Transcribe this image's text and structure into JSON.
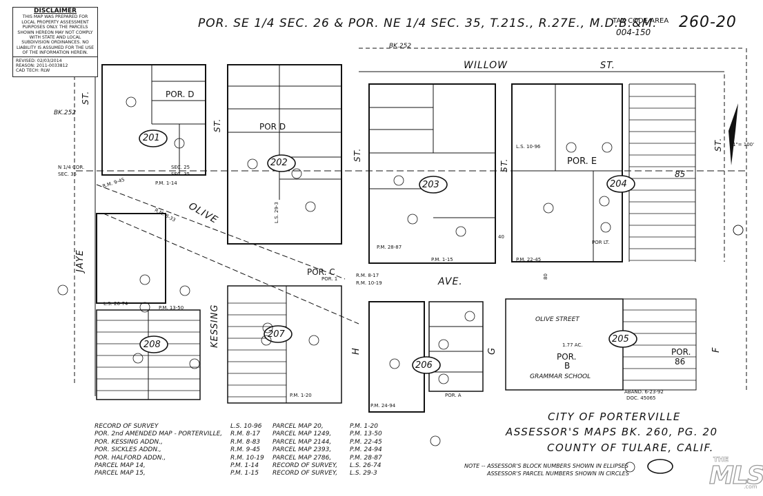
{
  "header": {
    "description": "POR.  SE 1/4  SEC. 26  &  POR.  NE 1/4  SEC. 35,  T.21S., R.27E.,  M.D.B.&M.",
    "tax_code_label": "TAX CODE AREA",
    "tax_code_area": "004-150",
    "map_number": "260-20"
  },
  "disclaimer": {
    "title": "DISCLAIMER",
    "body": "This map was prepared for local property assessment purposes only. The parcels shown hereon may not comply with state and local subdivision ordinances. No liability is assumed for the use of the information herein.",
    "revised": "REVISED: 02/03/2014",
    "reason": "REASON: 2011-0033812",
    "cad_tech": "CAD TECH: RLW"
  },
  "streets": {
    "willow": "WILLOW",
    "willow_st": "ST.",
    "olive": "OLIVE",
    "ave": "AVE.",
    "jaye": "JAYE",
    "jaye_st": "ST.",
    "kessing": "KESSING",
    "st_a": "ST.",
    "st_b": "ST.",
    "st_c": "ST.",
    "st_d": "ST.",
    "st_e": "ST.",
    "h": "H",
    "g": "G",
    "f": "F"
  },
  "block_numbers": [
    "201",
    "202",
    "203",
    "204",
    "205",
    "206",
    "207",
    "208"
  ],
  "book_refs": {
    "bk252_top": "BK.252",
    "bk252_left": "BK.252"
  },
  "labels": {
    "por_d_1": "POR. D",
    "por_d_2": "POR D",
    "por_e": "POR. E",
    "por_c": "POR. C",
    "por_1": "POR. 1",
    "por_b": "POR.",
    "por_b2": "B",
    "por_86": "POR.",
    "por_86b": "86",
    "por_a": "POR. A",
    "por_lt": "POR LT.",
    "olive_street": "OLIVE    STREET",
    "grammar_school": "GRAMMAR    SCHOOL",
    "sec25": "SEC. 25",
    "sec35": "SEC. 35",
    "nw_cor": "N 1/4 COR.",
    "nw_sec": "SEC. 35",
    "north_scale": "1\"= 100'",
    "acres": "1.77 AC.",
    "aband": "ABAND. 6-23-92",
    "doc": "DOC. 45065",
    "lot85": "85",
    "lot40": "40",
    "lot80": "80",
    "rm945": "R.M. 9-45",
    "rm833": "R.M. 8-33",
    "rm817": "R.M. 8-17",
    "rm1019": "R.M. 10-19",
    "pm114": "P.M. 1-14",
    "pm115": "P.M. 1-15",
    "pm120": "P.M. 1-20",
    "pm2887": "P.M. 28-87",
    "pm2245": "P.M. 22-45",
    "pm2494": "P.M. 24-94",
    "pm1350": "P.M. 13-50",
    "ls2674": "L.S. 26-74",
    "ls1096": "L.S. 10-96",
    "ls293": "L.S. 29-3"
  },
  "legend": [
    [
      "RECORD OF SURVEY",
      "L.S. 10-96"
    ],
    [
      "POR. 2nd AMENDED MAP - PORTERVILLE,",
      "R.M. 8-17"
    ],
    [
      "POR. KESSING ADDN.,",
      "R.M. 8-83"
    ],
    [
      "POR. SICKLES ADDN.,",
      "R.M. 9-45"
    ],
    [
      "POR. HALFORD ADDN.,",
      "R.M. 10-19"
    ],
    [
      "PARCEL MAP 14,",
      "P.M. 1-14"
    ],
    [
      "PARCEL MAP 15,",
      "P.M. 1-15"
    ]
  ],
  "legend2": [
    [
      "PARCEL MAP 20,",
      "P.M. 1-20"
    ],
    [
      "PARCEL MAP 1249,",
      "P.M. 13-50"
    ],
    [
      "PARCEL MAP 2144,",
      "P.M. 22-45"
    ],
    [
      "PARCEL MAP 2393,",
      "P.M. 24-94"
    ],
    [
      "PARCEL MAP 2786,",
      "P.M. 28-87"
    ],
    [
      "RECORD OF SURVEY,",
      "L.S. 26-74"
    ],
    [
      "RECORD OF SURVEY,",
      "L.S. 29-3"
    ]
  ],
  "title_block": {
    "city": "CITY   OF   PORTERVILLE",
    "assessor": "ASSESSOR'S  MAPS  BK.  260,  PG.  20",
    "county": "COUNTY  OF  TULARE,  CALIF.",
    "note1": "NOTE -- ASSESSOR'S BLOCK NUMBERS SHOWN IN ELLIPSES",
    "note2": "ASSESSOR'S PARCEL NUMBERS SHOWN IN CIRCLES"
  },
  "watermark": {
    "the": "THE",
    "mark": "MLS",
    "suffix": ".com"
  },
  "colors": {
    "ink": "#111111",
    "paper": "#ffffff",
    "logo_outline": "#9a9a9a"
  }
}
